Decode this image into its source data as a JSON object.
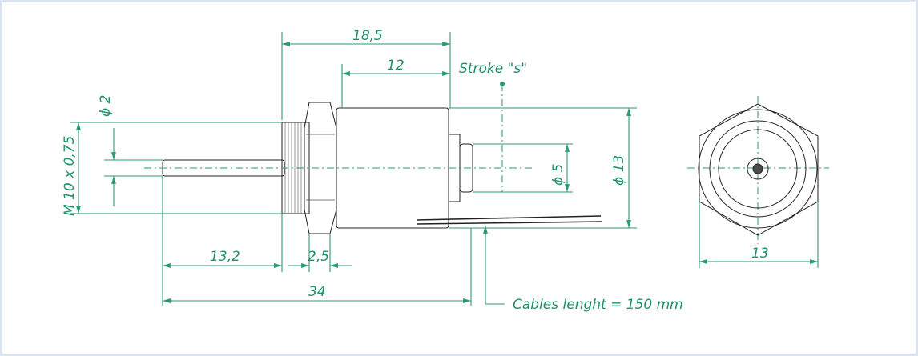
{
  "drawing": {
    "dimensions": {
      "overall_top": "18,5",
      "body_length": "12",
      "stroke": "Stroke \"s\"",
      "thread": "M 10 x 0,75",
      "pin_dia": "ϕ 2",
      "face_dia": "ϕ 5",
      "body_dia": "ϕ 13",
      "pin_length": "13,2",
      "nut_width": "2,5",
      "overall_length": "34",
      "cables": "Cables lenght = 150 mm",
      "hex_width": "13"
    },
    "colors": {
      "dimension_line": "#2a9a76",
      "dimension_text": "#1f8f6b",
      "metal_light": "#e8e8ea",
      "metal_dark": "#7d7f84",
      "frame": "#dbe3ed"
    }
  }
}
